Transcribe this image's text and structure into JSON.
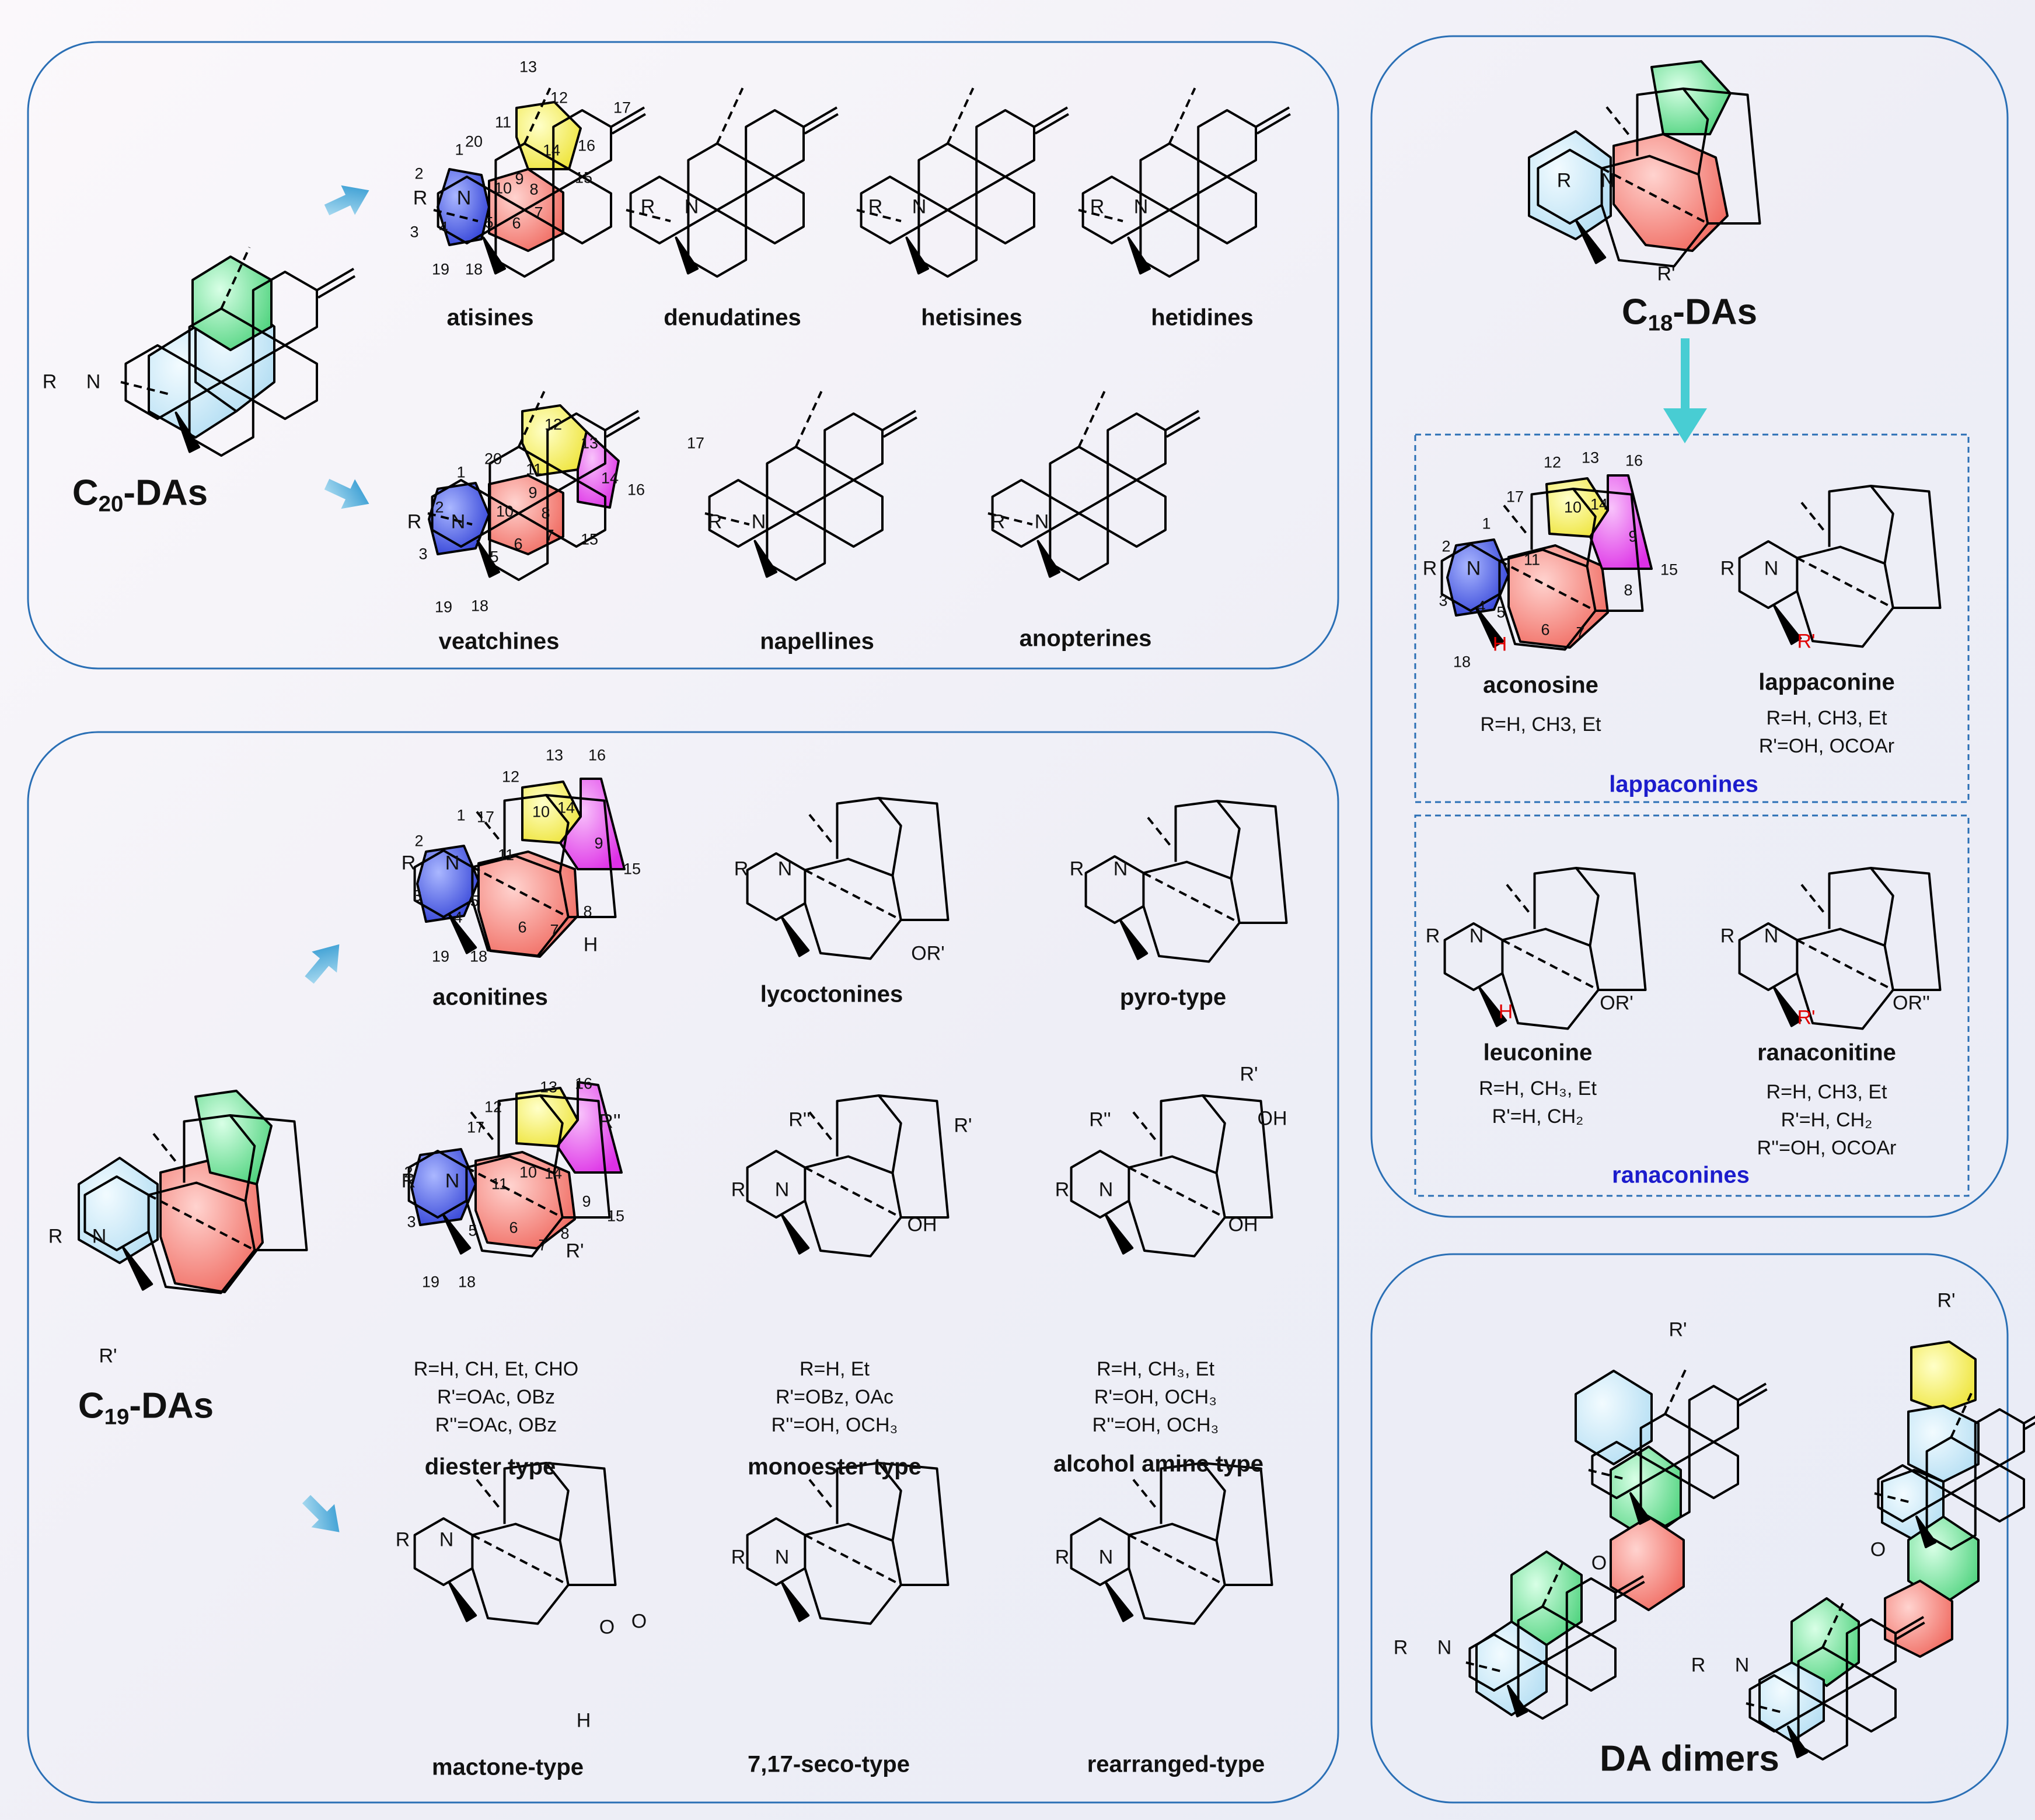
{
  "groups": {
    "c20": "C₂₀-DAs",
    "c19": "C₁₉-DAs",
    "c18": "C₁₈-DAs",
    "dimers": "DA dimers"
  },
  "c20_types": [
    "atisines",
    "denudatines",
    "hetisines",
    "hetidines",
    "veatchines",
    "napellines",
    "anopterines"
  ],
  "c19_types": [
    "aconitines",
    "lycoctonines",
    "pyro-type",
    "diester type",
    "monoester type",
    "alcohol amine type",
    "mactone-type",
    "7,17-seco-type",
    "rearranged-type"
  ],
  "c18_types": [
    "aconosine",
    "lappaconine",
    "leuconine",
    "ranaconitine"
  ],
  "c18_subgroups": [
    "lappaconines",
    "ranaconines"
  ],
  "substituents": {
    "diester": [
      "R=H, CH, Et, CHO",
      "R'=OAc, OBz",
      "R''=OAc, OBz"
    ],
    "monoester": [
      "R=H, Et",
      "R'=OBz, OAc",
      "R''=OH, OCH₃"
    ],
    "alcohol_amine": [
      "R=H, CH₃, Et",
      "R'=OH, OCH₃",
      "R''=OH, OCH₃"
    ],
    "aconosine": [
      "R=H, CH3, Et"
    ],
    "lappaconine": [
      "R=H, CH3, Et",
      "R'=OH, OCOAr"
    ],
    "leuconine": [
      "R=H, CH₃, Et",
      "R'=H, CH₂"
    ],
    "ranaconitine": [
      "R=H, CH3, Et",
      "R'=H, CH₂",
      "R''=OH, OCOAr"
    ]
  },
  "atoms": {
    "R": "R",
    "N": "N",
    "Rp": "R'",
    "Rpp": "R''",
    "H": "H",
    "O": "O",
    "OH": "OH",
    "ORp": "OR'",
    "ORpp": "OR''"
  },
  "colors": {
    "frame": "#2a6fb5",
    "blue_ring": "#2f3fd6",
    "red_ring": "#f47c74",
    "yellow_ring": "#f5f05a",
    "magenta_ring": "#e040e8",
    "green_ring": "#5fd98a",
    "light_blue_ring": "#bfe3f5",
    "arrow": "#3ca7d8",
    "teal_arrow": "#48cdd3",
    "subgroup_label": "#1c1ccc"
  }
}
